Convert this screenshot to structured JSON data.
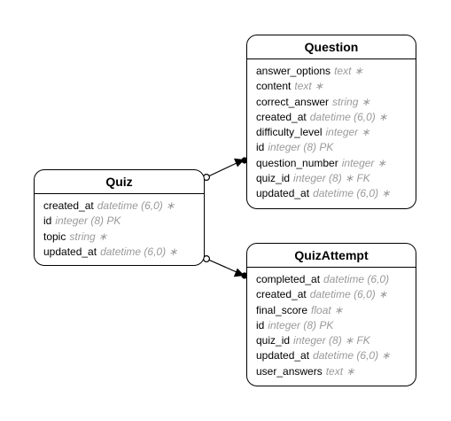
{
  "entities": {
    "question": {
      "name": "Question",
      "fields": [
        {
          "name": "answer_options",
          "type": "text ∗"
        },
        {
          "name": "content",
          "type": "text ∗"
        },
        {
          "name": "correct_answer",
          "type": "string ∗"
        },
        {
          "name": "created_at",
          "type": "datetime (6,0) ∗"
        },
        {
          "name": "difficulty_level",
          "type": "integer ∗"
        },
        {
          "name": "id",
          "type": "integer (8) PK"
        },
        {
          "name": "question_number",
          "type": "integer ∗"
        },
        {
          "name": "quiz_id",
          "type": "integer (8) ∗ FK"
        },
        {
          "name": "updated_at",
          "type": "datetime (6,0) ∗"
        }
      ]
    },
    "quiz": {
      "name": "Quiz",
      "fields": [
        {
          "name": "created_at",
          "type": "datetime (6,0) ∗"
        },
        {
          "name": "id",
          "type": "integer (8) PK"
        },
        {
          "name": "topic",
          "type": "string ∗"
        },
        {
          "name": "updated_at",
          "type": "datetime (6,0) ∗"
        }
      ]
    },
    "quiz_attempt": {
      "name": "QuizAttempt",
      "fields": [
        {
          "name": "completed_at",
          "type": "datetime (6,0)"
        },
        {
          "name": "created_at",
          "type": "datetime (6,0) ∗"
        },
        {
          "name": "final_score",
          "type": "float ∗"
        },
        {
          "name": "id",
          "type": "integer (8) PK"
        },
        {
          "name": "quiz_id",
          "type": "integer (8) ∗ FK"
        },
        {
          "name": "updated_at",
          "type": "datetime (6,0) ∗"
        },
        {
          "name": "user_answers",
          "type": "text ∗"
        }
      ]
    }
  },
  "relationships": [
    {
      "from": "Quiz",
      "to": "Question"
    },
    {
      "from": "Quiz",
      "to": "QuizAttempt"
    }
  ]
}
